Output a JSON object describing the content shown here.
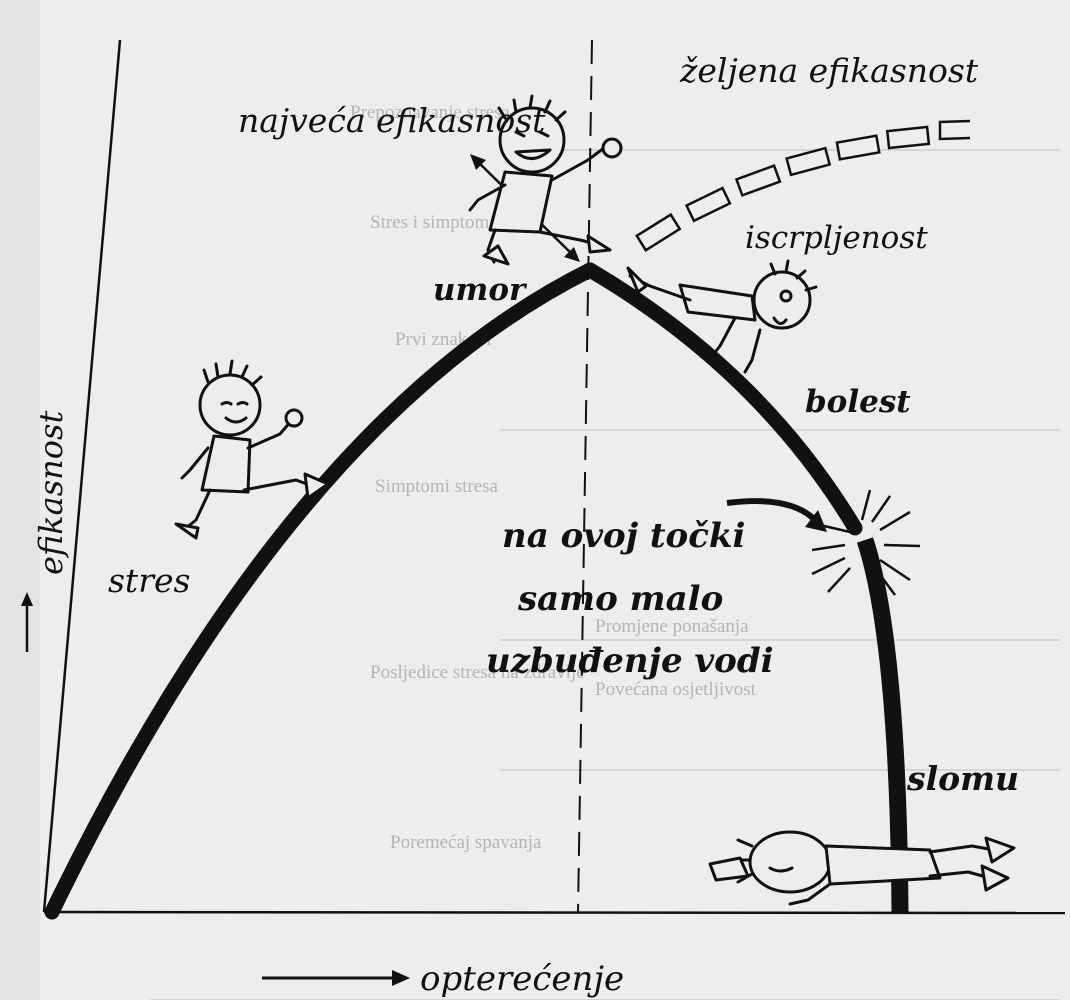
{
  "labels": {
    "y_axis": "efikasnost",
    "x_axis": "opterećenje",
    "peak_efficiency": "najveća efikasnost",
    "desired_efficiency": "željena efikasnost",
    "fatigue": "umor",
    "exhaustion": "iscrpljenost",
    "illness": "bolest",
    "stress": "stres",
    "note_line1": "na ovoj točki",
    "note_line2": "samo malo",
    "note_line3": "uzbuđenje vodi",
    "breakdown": "slomu"
  },
  "bleed_through_text": [
    "Prepoznavanje stresa",
    "Stres i simptomi",
    "Prvi znakovi",
    "Simptomi stresa",
    "Promjene ponašanja",
    "Posljedice stresa na zdravlje",
    "Povećana osjetljivost",
    "Poremećaj spavanja"
  ],
  "colors": {
    "ink": "#111111",
    "paper": "#ecedec",
    "bleed": "#b5b5b3"
  }
}
